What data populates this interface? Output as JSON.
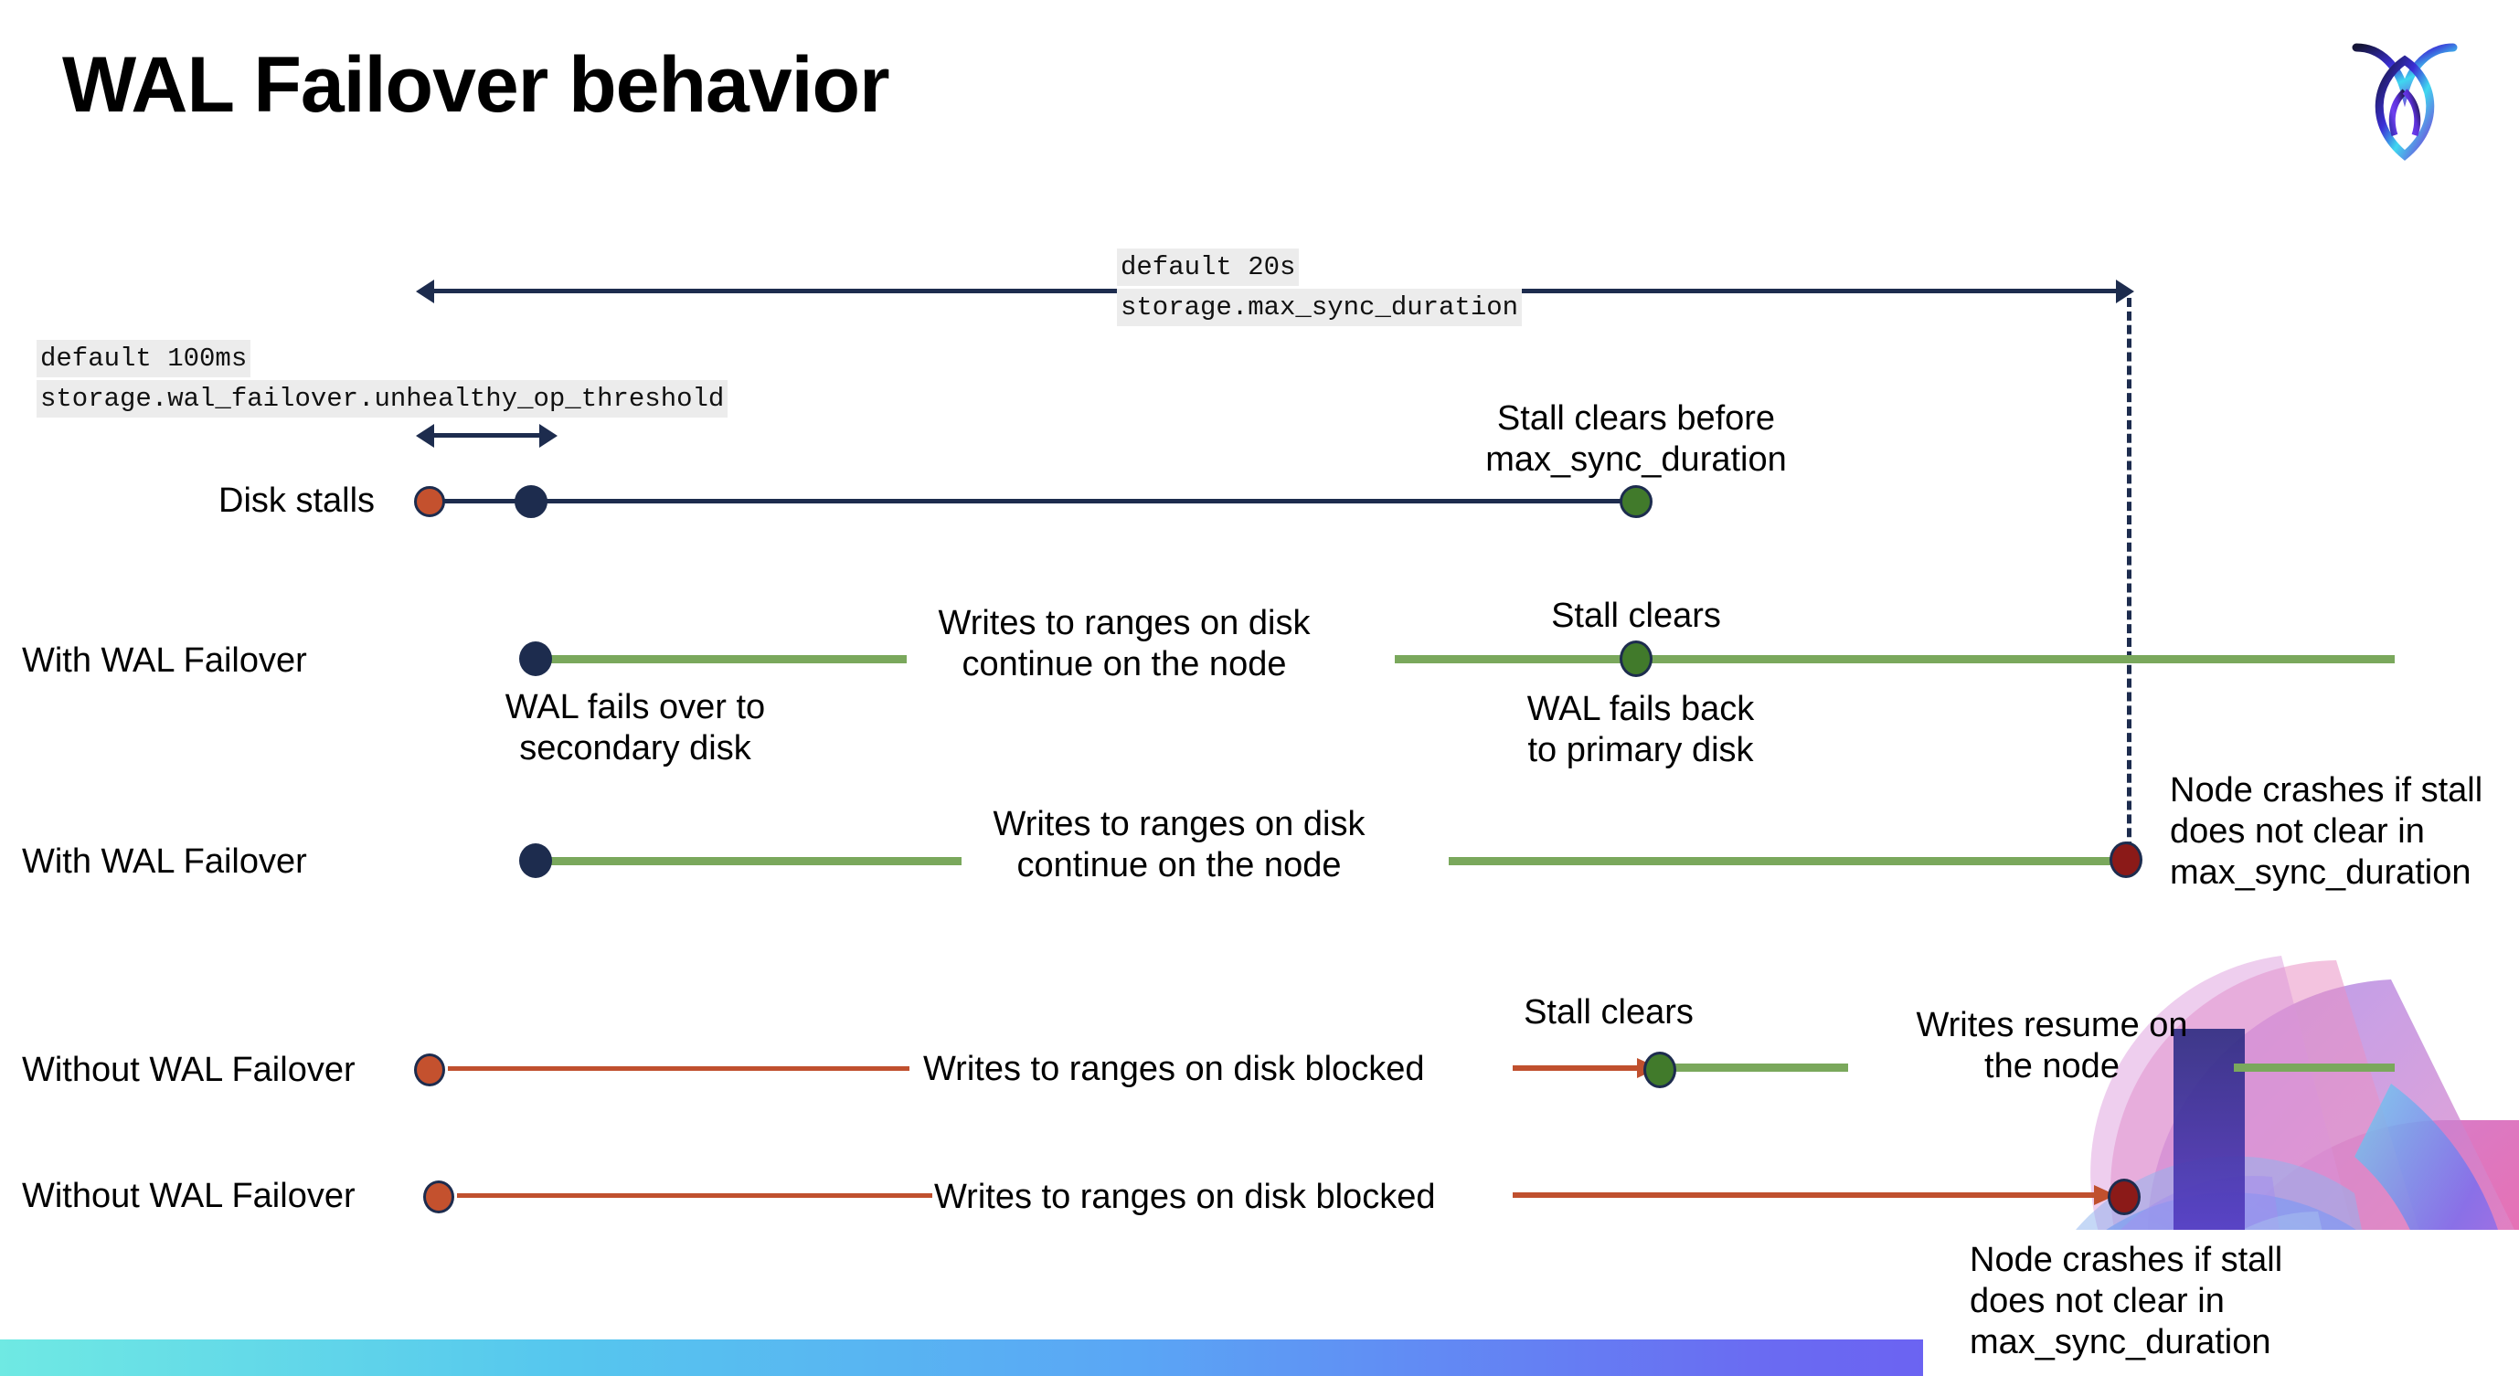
{
  "slide": {
    "title": "WAL Failover behavior",
    "logo_name": "cockroachdb-logo"
  },
  "annotations": {
    "max_sync": {
      "default": "default 20s",
      "setting": "storage.max_sync_duration"
    },
    "unhealthy_op": {
      "default": "default 100ms",
      "setting": "storage.wal_failover.unhealthy_op_threshold"
    }
  },
  "rows": [
    {
      "name": "Disk stalls",
      "notes": {
        "stall_clears_before": "Stall clears before\nmax_sync_duration"
      }
    },
    {
      "name": "With WAL Failover",
      "notes": {
        "failover": "WAL fails over to\nsecondary disk",
        "writes_continue": "Writes to ranges on disk\ncontinue on the node",
        "stall_clears": "Stall clears",
        "fail_back": "WAL fails  back\nto primary disk"
      }
    },
    {
      "name": "With WAL Failover",
      "notes": {
        "writes_continue": "Writes to ranges on disk\ncontinue on the node",
        "node_crashes": "Node crashes if stall\ndoes not clear in\nmax_sync_duration"
      }
    },
    {
      "name": "Without WAL Failover",
      "notes": {
        "writes_blocked": "Writes to ranges on disk  blocked",
        "stall_clears": "Stall clears",
        "writes_resume": "Writes resume on\nthe node"
      }
    },
    {
      "name": "Without WAL Failover",
      "notes": {
        "writes_blocked": "Writes to ranges on disk  blocked",
        "node_crashes": "Node crashes if stall\ndoes not clear in\nmax_sync_duration"
      }
    }
  ],
  "colors": {
    "navy": "#1d2c4e",
    "green_line": "#7aa85c",
    "green_dot": "#417a2b",
    "orange": "#c4512e",
    "dark_red": "#8b1a18",
    "code_chip_bg": "#ececec"
  }
}
